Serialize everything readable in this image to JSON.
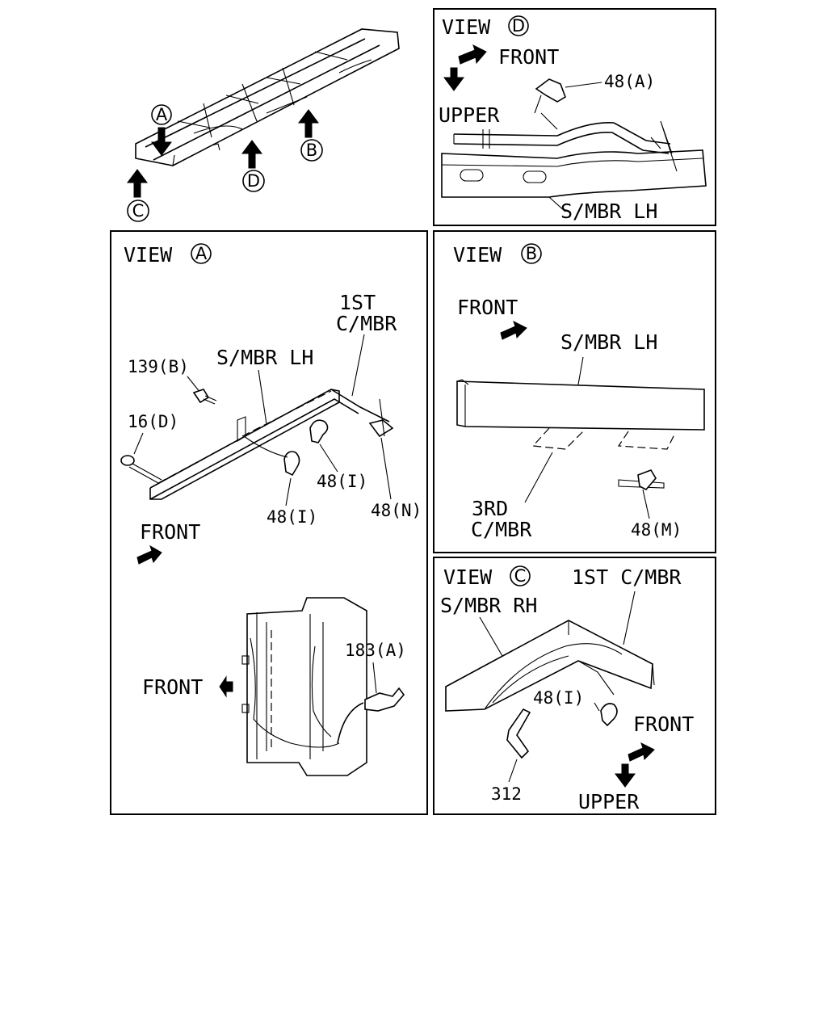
{
  "overview": {
    "markers": [
      "A",
      "B",
      "C",
      "D"
    ]
  },
  "view_d": {
    "title": "VIEW",
    "marker": "D",
    "front": "FRONT",
    "upper": "UPPER",
    "callout_clip": "48(A)",
    "member": "S/MBR LH"
  },
  "view_a": {
    "title": "VIEW",
    "marker": "A",
    "crossmember": "1ST\nC/MBR",
    "crossmember_line1": "1ST",
    "crossmember_line2": "C/MBR",
    "member": "S/MBR LH",
    "bolt": "139(B)",
    "eye_bolt": "16(D)",
    "clip_upper": "48(I)",
    "clip_lower": "48(I)",
    "clip_right": "48(N)",
    "front_upper": "FRONT",
    "front_lower": "FRONT",
    "bracket": "183(A)"
  },
  "view_b": {
    "title": "VIEW",
    "marker": "B",
    "front": "FRONT",
    "member": "S/MBR LH",
    "crossmember_line1": "3RD",
    "crossmember_line2": "C/MBR",
    "clip": "48(M)"
  },
  "view_c": {
    "title": "VIEW",
    "marker": "C",
    "crossmember": "1ST C/MBR",
    "member": "S/MBR RH",
    "clip": "48(I)",
    "front": "FRONT",
    "upper": "UPPER",
    "bracket": "312"
  }
}
